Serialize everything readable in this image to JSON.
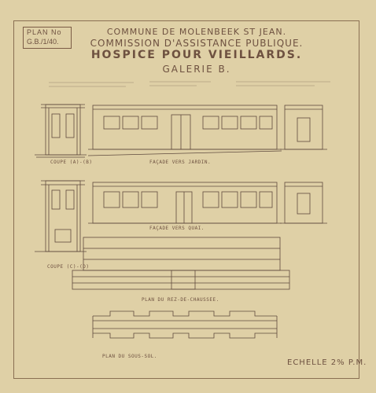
{
  "plan_box": {
    "line1": "PLAN No",
    "line2": "G.B./1/40."
  },
  "title": {
    "line1": "COMMUNE DE MOLENBEEK ST JEAN.",
    "line2": "COMMISSION D'ASSISTANCE PUBLIQUE.",
    "line3": "HOSPICE POUR VIEILLARDS.",
    "line4": "GALERIE B."
  },
  "labels": {
    "coupe_ab": "COUPE (A)-(B)",
    "facade_jardin": "FAÇADE VERS JARDIN.",
    "facade_quai": "FAÇADE VERS QUAI.",
    "coupe_cd": "COUPE (C)-(D)",
    "plan_rez": "PLAN DU REZ-DE-CHAUSSEE.",
    "plan_sous_sol": "PLAN DU SOUS-SOL."
  },
  "scale": "ECHELLE 2% P.M."
}
